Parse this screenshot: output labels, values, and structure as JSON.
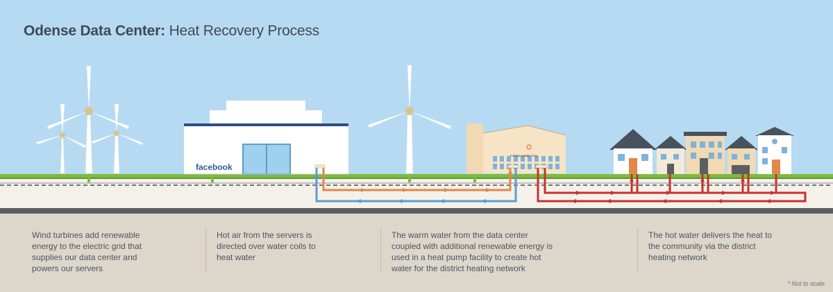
{
  "title": {
    "bold": "Odense Data Center:",
    "regular": " Heat Recovery Process"
  },
  "building_labels": {
    "datacenter_logo": "facebook",
    "plant_sign": "FJERNVARME FYN"
  },
  "captions": [
    "Wind turbines add renewable energy to the electric grid that supplies our data center and powers our servers",
    "Hot air from the servers is directed over water coils to heat water",
    "The warm water from the data center coupled with additional renewable energy is used in a heat pump facility to create hot water for the district heating network",
    "The hot water delivers the heat to the community via the district heating network"
  ],
  "note": "* Not to scale",
  "colors": {
    "sky": "#b6daf2",
    "grass": "#7dbb3e",
    "ground": "#f4f1ea",
    "footer": "#ddd6cb",
    "warm_pipe": "#e4874a",
    "cold_pipe": "#5b9dcb",
    "hot_pipe": "#c9322d",
    "datacenter": "#ffffff",
    "plant": "#f1d9b3"
  },
  "icons": [
    "wind-turbine-icon",
    "datacenter-building",
    "heat-pump-plant",
    "house-icon"
  ]
}
